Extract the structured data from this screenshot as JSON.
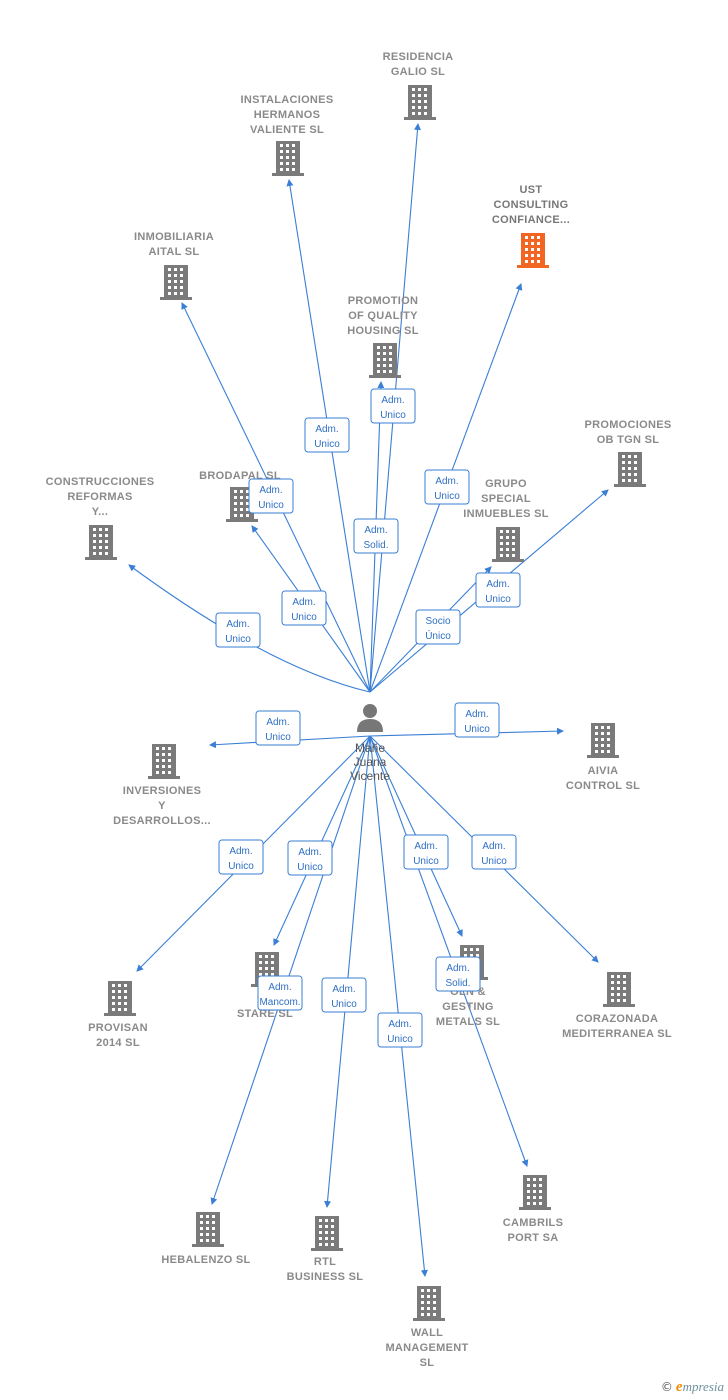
{
  "colors": {
    "edge": "#3a7fd5",
    "building": "#7a7a7a",
    "building_highlight": "#f26522",
    "person": "#777777",
    "label": "#8a8a8a"
  },
  "person": {
    "name_lines": [
      "Mañe",
      "Juana",
      "Vicente"
    ],
    "icon": "person-icon"
  },
  "companies": [
    {
      "id": "residencia",
      "label_lines": [
        "RESIDENCIA",
        "GALIO  SL"
      ],
      "icon": "building-icon",
      "highlight": false
    },
    {
      "id": "instalaciones",
      "label_lines": [
        "INSTALACIONES",
        "HERMANOS",
        "VALIENTE SL"
      ],
      "icon": "building-icon",
      "highlight": false
    },
    {
      "id": "ust",
      "label_lines": [
        "UST",
        "CONSULTING",
        "CONFIANCE..."
      ],
      "icon": "building-icon",
      "highlight": true
    },
    {
      "id": "inmobiliaria",
      "label_lines": [
        "INMOBILIARIA",
        "AITAL SL"
      ],
      "icon": "building-icon",
      "highlight": false
    },
    {
      "id": "promotion",
      "label_lines": [
        "PROMOTION",
        "OF QUALITY",
        "HOUSING  SL"
      ],
      "icon": "building-icon",
      "highlight": false
    },
    {
      "id": "promociones",
      "label_lines": [
        "PROMOCIONES",
        "OB TGN  SL"
      ],
      "icon": "building-icon",
      "highlight": false
    },
    {
      "id": "construcciones",
      "label_lines": [
        "CONSTRUCCIONES",
        "REFORMAS",
        "Y..."
      ],
      "icon": "building-icon",
      "highlight": false
    },
    {
      "id": "brodapal",
      "label_lines": [
        "BRODAPAL SL"
      ],
      "icon": "building-icon",
      "highlight": false
    },
    {
      "id": "grupo",
      "label_lines": [
        "GRUPO",
        "SPECIAL",
        "INMUEBLES SL"
      ],
      "icon": "building-icon",
      "highlight": false
    },
    {
      "id": "aivia",
      "label_lines": [
        "AIVIA",
        "CONTROL  SL"
      ],
      "icon": "building-icon",
      "highlight": false
    },
    {
      "id": "inversiones",
      "label_lines": [
        "INVERSIONES",
        "Y",
        "DESARROLLOS..."
      ],
      "icon": "building-icon",
      "highlight": false
    },
    {
      "id": "provisan",
      "label_lines": [
        "PROVISAN",
        "2014  SL"
      ],
      "icon": "building-icon",
      "highlight": false
    },
    {
      "id": "postare",
      "label_lines": [
        "PO",
        "STARE  SL"
      ],
      "icon": "building-icon",
      "highlight": false
    },
    {
      "id": "gesting",
      "label_lines": [
        "OLN &",
        "GESTING",
        "METALS SL"
      ],
      "icon": "building-icon",
      "highlight": false
    },
    {
      "id": "corazonada",
      "label_lines": [
        "CORAZONADA",
        "MEDITERRANEA SL"
      ],
      "icon": "building-icon",
      "highlight": false
    },
    {
      "id": "hebalenzo",
      "label_lines": [
        "HEBALENZO SL"
      ],
      "icon": "building-icon",
      "highlight": false
    },
    {
      "id": "rtl",
      "label_lines": [
        "RTL",
        "BUSINESS  SL"
      ],
      "icon": "building-icon",
      "highlight": false
    },
    {
      "id": "wall",
      "label_lines": [
        "WALL",
        "MANAGEMENT",
        "SL"
      ],
      "icon": "building-icon",
      "highlight": false
    },
    {
      "id": "cambrils",
      "label_lines": [
        "CAMBRILS",
        "PORT SA"
      ],
      "icon": "building-icon",
      "highlight": false
    }
  ],
  "relations": [
    {
      "target": "residencia",
      "role_lines": [
        "Adm.",
        "Unico"
      ]
    },
    {
      "target": "instalaciones",
      "role_lines": [
        "Adm.",
        "Unico"
      ]
    },
    {
      "target": "ust",
      "role_lines": [
        "Adm.",
        "Unico"
      ]
    },
    {
      "target": "inmobiliaria",
      "role_lines": [
        "Adm.",
        "Unico"
      ]
    },
    {
      "target": "promotion",
      "role_lines": [
        "Adm.",
        "Solid."
      ]
    },
    {
      "target": "promociones",
      "role_lines": [
        "Adm.",
        "Unico"
      ]
    },
    {
      "target": "construcciones",
      "role_lines": [
        "Adm.",
        "Unico"
      ]
    },
    {
      "target": "brodapal",
      "role_lines": [
        "Adm.",
        "Unico"
      ]
    },
    {
      "target": "grupo",
      "role_lines": [
        "Socio",
        "Único"
      ]
    },
    {
      "target": "aivia",
      "role_lines": [
        "Adm.",
        "Unico"
      ]
    },
    {
      "target": "inversiones",
      "role_lines": [
        "Adm.",
        "Unico"
      ]
    },
    {
      "target": "provisan",
      "role_lines": [
        "Adm.",
        "Unico"
      ]
    },
    {
      "target": "postare",
      "role_lines": [
        "Adm.",
        "Unico"
      ]
    },
    {
      "target": "gesting",
      "role_lines": [
        "Adm.",
        "Unico"
      ]
    },
    {
      "target": "corazonada",
      "role_lines": [
        "Adm.",
        "Unico"
      ]
    },
    {
      "target": "hebalenzo",
      "role_lines": [
        "Adm.",
        "Mancom."
      ]
    },
    {
      "target": "rtl",
      "role_lines": [
        "Adm.",
        "Unico"
      ]
    },
    {
      "target": "wall",
      "role_lines": [
        "Adm.",
        "Unico"
      ]
    },
    {
      "target": "cambrils",
      "role_lines": [
        "Adm.",
        "Solid."
      ]
    }
  ],
  "footer": {
    "copyright": "©",
    "brand_initial": "e",
    "brand_rest": "mpresia"
  }
}
